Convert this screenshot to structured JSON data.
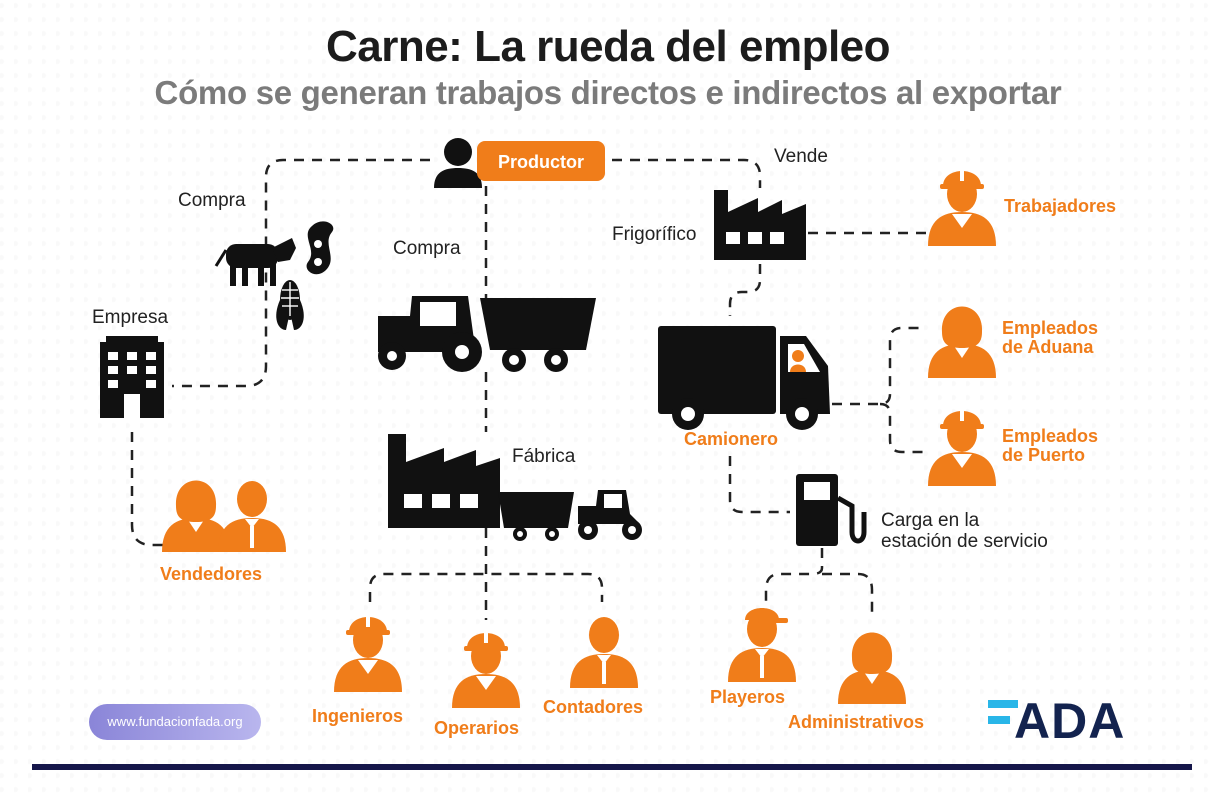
{
  "header": {
    "title": "Carne: La rueda del empleo",
    "subtitle": "Cómo se generan trabajos directos e indirectos al exportar"
  },
  "nodes": {
    "productor": "Productor",
    "compra_left": "Compra",
    "compra_center": "Compra",
    "vende": "Vende",
    "frigorifico": "Frigorífico",
    "trabajadores": "Trabajadores",
    "empresa": "Empresa",
    "fabrica": "Fábrica",
    "camionero": "Camionero",
    "aduana_1": "Empleados",
    "aduana_2": "de Aduana",
    "puerto_1": "Empleados",
    "puerto_2": "de Puerto",
    "carga_1": "Carga en la",
    "carga_2": "estación de servicio",
    "vendedores": "Vendedores",
    "ingenieros": "Ingenieros",
    "operarios": "Operarios",
    "contadores": "Contadores",
    "playeros": "Playeros",
    "administrativos": "Administrativos"
  },
  "footer": {
    "website": "www.fundacionfada.org",
    "logo": "ADA"
  },
  "colors": {
    "accent": "#f07d1a",
    "dark": "#111111",
    "navy": "#15164a",
    "logo_blue": "#29b6e8"
  }
}
